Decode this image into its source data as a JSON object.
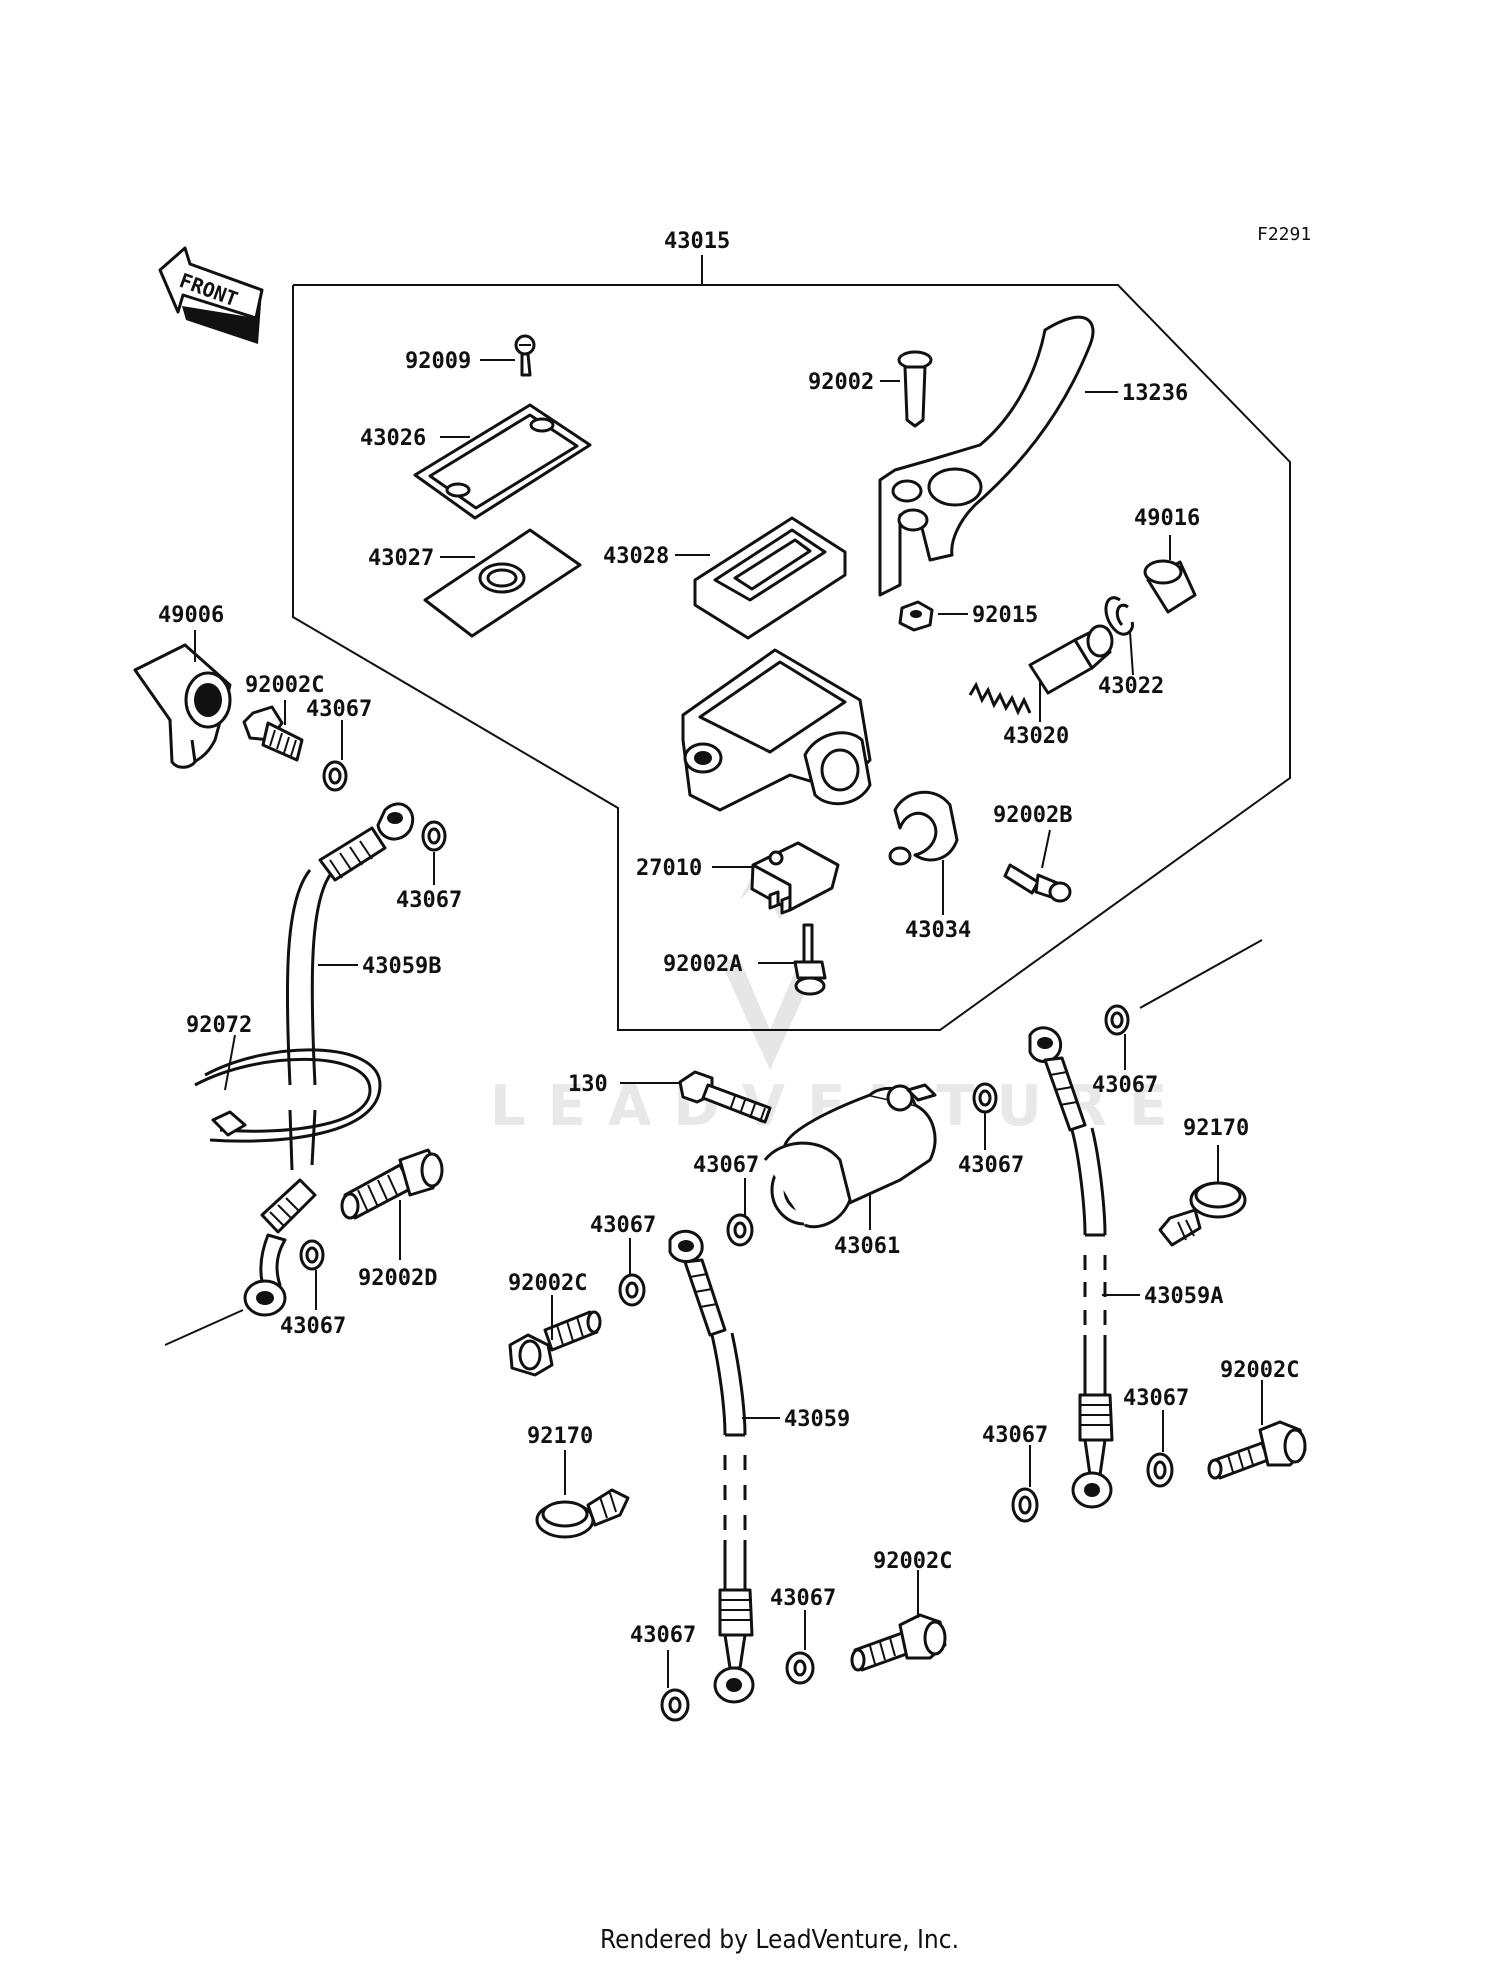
{
  "figure_code": "F2291",
  "front_label": "FRONT",
  "watermark": "LEADVENTURE",
  "footer": "Rendered by LeadVenture, Inc.",
  "labels": {
    "p43015": "43015",
    "p92009": "92009",
    "p92002": "92002",
    "p13236": "13236",
    "p43026": "43026",
    "p43027": "43027",
    "p43028": "43028",
    "p49016": "49016",
    "p92015": "92015",
    "p43022": "43022",
    "p43020": "43020",
    "p49006": "49006",
    "p92002C_a": "92002C",
    "p43067_a": "43067",
    "p43067_b": "43067",
    "p27010": "27010",
    "p92002B": "92002B",
    "p43034": "43034",
    "p92002A": "92002A",
    "p43059B": "43059B",
    "p92072": "92072",
    "p130": "130",
    "p43067_c": "43067",
    "p92170_a": "92170",
    "p43067_d": "43067",
    "p43067_e": "43067",
    "p43061": "43061",
    "p43067_f": "43067",
    "p92002D": "92002D",
    "p43067_g": "43067",
    "p92002C_b": "92002C",
    "p43059A": "43059A",
    "p43059": "43059",
    "p92002C_c": "92002C",
    "p43067_h": "43067",
    "p43067_i": "43067",
    "p92170_b": "92170",
    "p92002C_d": "92002C",
    "p43067_j": "43067",
    "p43067_k": "43067"
  }
}
